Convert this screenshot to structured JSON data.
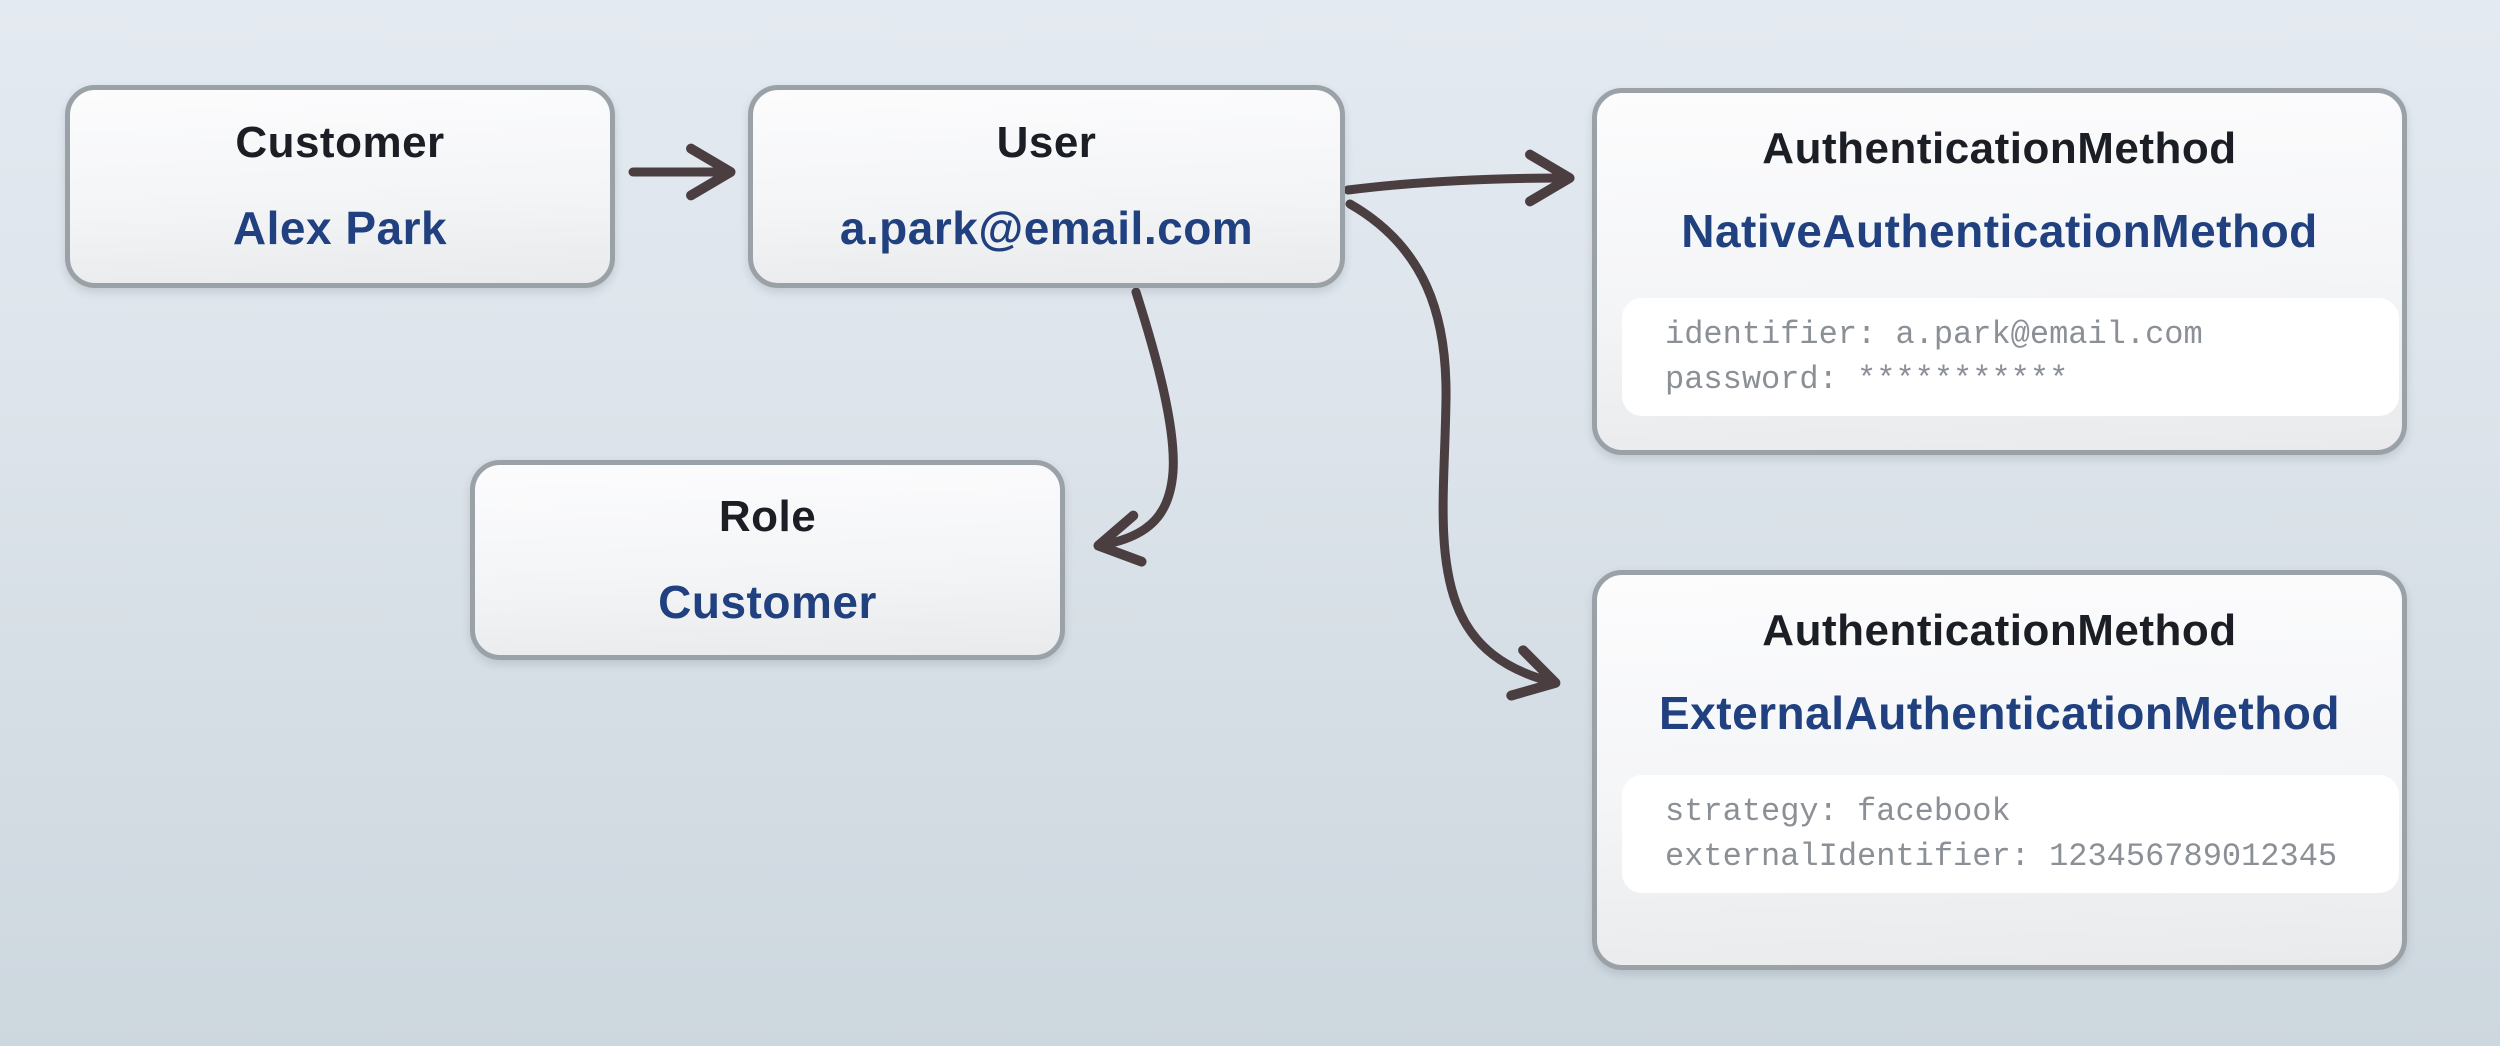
{
  "diagram": {
    "nodes": {
      "customer": {
        "title": "Customer",
        "value": "Alex Park"
      },
      "user": {
        "title": "User",
        "value": "a.park@email.com"
      },
      "role": {
        "title": "Role",
        "value": "Customer"
      },
      "native_auth": {
        "title": "AuthenticationMethod",
        "value": "NativeAuthenticationMethod",
        "attributes": [
          "identifier: a.park@email.com",
          "password: ***********"
        ]
      },
      "external_auth": {
        "title": "AuthenticationMethod",
        "value": "ExternalAuthenticationMethod",
        "attributes": [
          "strategy: facebook",
          "externalIdentifier: 123456789012345"
        ]
      }
    },
    "edges": [
      {
        "id": "customer-to-user",
        "from": "customer",
        "to": "user"
      },
      {
        "id": "user-to-native-auth",
        "from": "user",
        "to": "native_auth"
      },
      {
        "id": "user-to-external-auth",
        "from": "user",
        "to": "external_auth"
      },
      {
        "id": "user-to-role",
        "from": "user",
        "to": "role"
      }
    ]
  },
  "theme": {
    "bg_top": "#e4eaf1",
    "bg_bottom": "#cdd7de",
    "node_border": "#9aa2a8",
    "title_color": "#1b1e24",
    "value_color": "#20407f",
    "attr_color": "#8b9097",
    "attr_bg": "#ffffff",
    "arrow_color": "#4a3e40"
  }
}
